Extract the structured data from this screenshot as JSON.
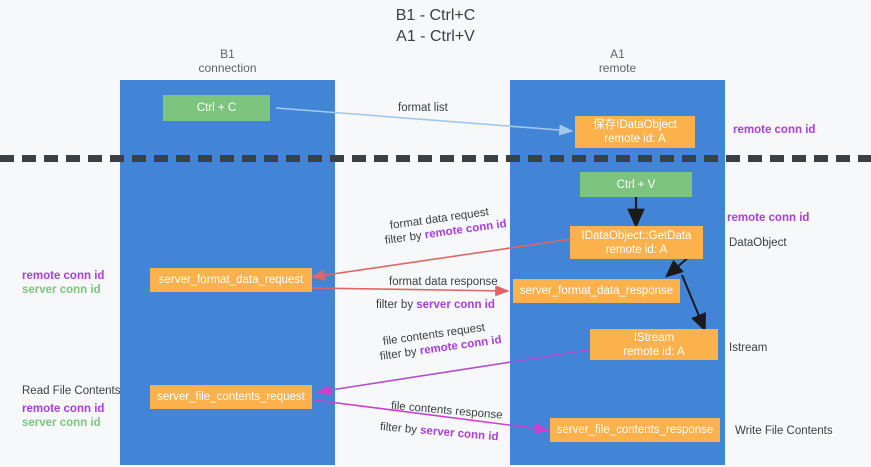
{
  "title": "B1 - Ctrl+C\nA1 - Ctrl+V",
  "columns": {
    "left": {
      "header": "B1\nconnection"
    },
    "right": {
      "header": "A1\nremote"
    }
  },
  "boxes": {
    "ctrl_c": "Ctrl + C",
    "save_idataobject": "保存IDataObject\nremote id: A",
    "ctrl_v": "Ctrl + V",
    "idataobject_getdata": "IDataObject::GetData\nremote id: A",
    "server_format_data_request": "server_format_data_request",
    "server_format_data_response": "server_format_data_response",
    "istream": "IStream\nremote id: A",
    "server_file_contents_request": "server_file_contents_request",
    "server_file_contents_response": "server_file_contents_response"
  },
  "arrow_labels": {
    "format_list": "format list",
    "format_data_request": "format data request",
    "filter_remote_1": {
      "prefix": "filter by ",
      "highlight": "remote conn id"
    },
    "format_data_response": "format data response",
    "filter_server_1": {
      "prefix": "filter by ",
      "highlight": "server conn id"
    },
    "file_contents_request": "file contents request",
    "filter_remote_2": {
      "prefix": "filter by ",
      "highlight": "remote conn id"
    },
    "file_contents_response": "file contents response",
    "filter_server_2": {
      "prefix": "filter by ",
      "highlight": "server conn id"
    }
  },
  "side_notes": {
    "right_remote_1": "remote conn id",
    "right_remote_2": "remote conn id",
    "right_dataobject": "DataObject",
    "right_istream": "Istream",
    "right_write": "Write File Contents",
    "left_remote": "remote conn id",
    "left_server": "server conn id",
    "left_read": "Read File Contents",
    "left_remote_2": "remote conn id",
    "left_server_2": "server conn id"
  },
  "colors": {
    "column_blue": "#4285d6",
    "box_green": "#7dc47f",
    "box_orange": "#fbb14c",
    "accent_purple": "#a83fd8",
    "arrow_red": "#e06666",
    "arrow_blue": "#a4c8ec",
    "arrow_magenta": "#cc3fcc",
    "arrow_black": "#1a1a1a",
    "page_bg": "#f7f8f9"
  }
}
